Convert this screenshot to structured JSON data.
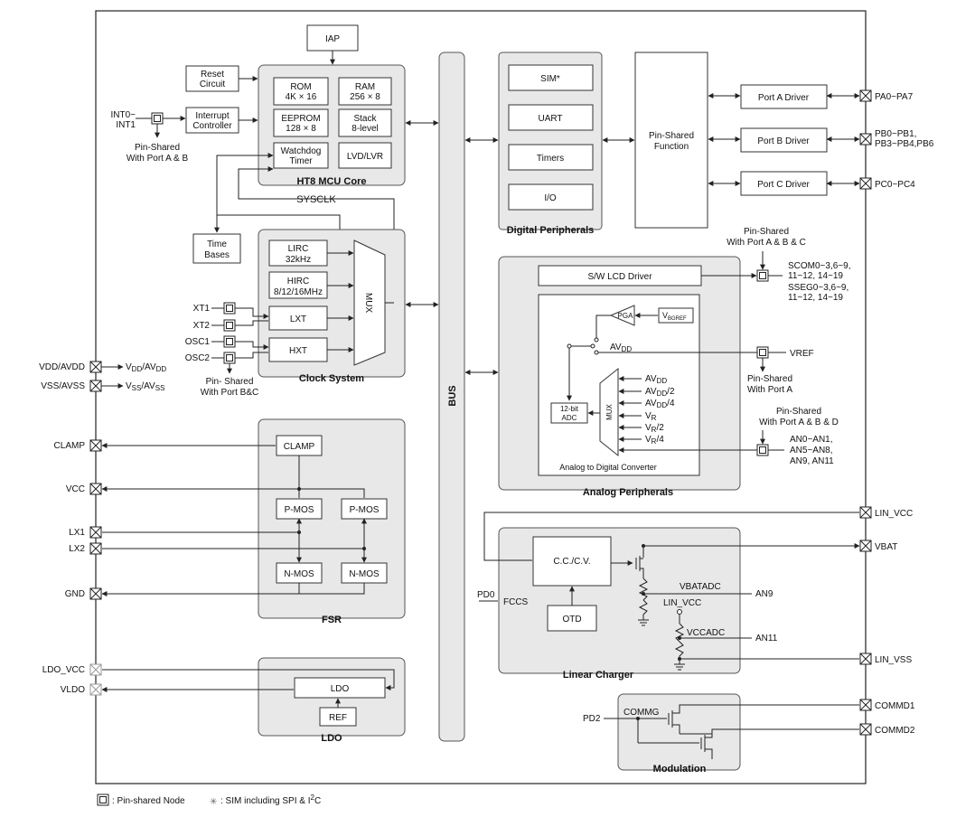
{
  "core": {
    "title": "HT8 MCU Core",
    "iap": "IAP",
    "rom": [
      "ROM",
      "4K × 16"
    ],
    "ram": [
      "RAM",
      "256 × 8"
    ],
    "eeprom": [
      "EEPROM",
      "128 × 8"
    ],
    "stack": [
      "Stack",
      "8-level"
    ],
    "watchdog": [
      "Watchdog",
      "Timer"
    ],
    "lvd": "LVD/LVR",
    "reset": [
      "Reset",
      "Circuit"
    ],
    "interrupt": [
      "Interrupt",
      "Controller"
    ],
    "sysclk": "SYSCLK",
    "timebases": [
      "Time",
      "Bases"
    ]
  },
  "int_pins": {
    "label": [
      "INT0~",
      "INT1"
    ],
    "note": [
      "Pin-Shared",
      "With Port A & B"
    ]
  },
  "clock": {
    "title": "Clock System",
    "lirc": [
      "LIRC",
      "32kHz"
    ],
    "hirc": [
      "HIRC",
      "8/12/16MHz"
    ],
    "lxt": "LXT",
    "hxt": "HXT",
    "mux": "MUX",
    "pins": [
      "XT1",
      "XT2",
      "OSC1",
      "OSC2"
    ],
    "note": [
      "Pin- Shared",
      "With Port B&C"
    ]
  },
  "power_pins": {
    "vdd": "VDD/AVDD",
    "vss": "VSS/AVSS",
    "vdd_out": {
      "main": "V",
      "sub": "DD",
      "mid": "/AV",
      "sub2": "DD"
    },
    "vss_out": {
      "main": "V",
      "sub": "SS",
      "mid": "/AV",
      "sub2": "SS"
    }
  },
  "bus": "BUS",
  "digital": {
    "title": "Digital Peripherals",
    "items": [
      "SIM*",
      "UART",
      "Timers",
      "I/O"
    ],
    "pinshared": [
      "Pin-Shared",
      "Function"
    ]
  },
  "ports": [
    {
      "driver": "Port A Driver",
      "pins": [
        "PA0~PA7"
      ]
    },
    {
      "driver": "Port B Driver",
      "pins": [
        "PB0~PB1,",
        "PB3~PB4,PB6"
      ]
    },
    {
      "driver": "Port C Driver",
      "pins": [
        "PC0~PC4"
      ]
    }
  ],
  "analog": {
    "title": "Analog Peripherals",
    "lcd": "S/W LCD Driver",
    "lcd_note": [
      "Pin-Shared",
      "With Port A & B & C"
    ],
    "lcd_pins": [
      "SCOM0~3,6~9,",
      "11~12, 14~19",
      "SSEG0~3,6~9,",
      "11~12, 14~19"
    ],
    "pga": "PGA",
    "vbgref": {
      "main": "V",
      "sub": "BGREF"
    },
    "avdd": {
      "main": "AV",
      "sub": "DD"
    },
    "vref": "VREF",
    "vref_note": [
      "Pin-Shared",
      "With Port A"
    ],
    "adc": [
      "12-bit",
      "ADC"
    ],
    "mux": "MUX",
    "mux_inputs": [
      {
        "main": "AV",
        "sub": "DD",
        "tail": ""
      },
      {
        "main": "AV",
        "sub": "DD",
        "tail": "/2"
      },
      {
        "main": "AV",
        "sub": "DD",
        "tail": "/4"
      },
      {
        "main": "V",
        "sub": "R",
        "tail": ""
      },
      {
        "main": "V",
        "sub": "R",
        "tail": "/2"
      },
      {
        "main": "V",
        "sub": "R",
        "tail": "/4"
      }
    ],
    "an_note": [
      "Pin-Shared",
      "With Port A & B & D"
    ],
    "an_pins": [
      "AN0~AN1,",
      "AN5~AN8,",
      "AN9, AN11"
    ],
    "adc_title": "Analog to Digital Converter"
  },
  "fsr": {
    "title": "FSR",
    "clamp_box": "CLAMP",
    "pmos": "P-MOS",
    "nmos": "N-MOS",
    "pins": [
      "CLAMP",
      "VCC",
      "LX1",
      "LX2",
      "GND"
    ]
  },
  "ldo": {
    "title": "LDO",
    "ldo_box": "LDO",
    "ref": "REF",
    "pins": [
      "LDO_VCC",
      "VLDO"
    ]
  },
  "charger": {
    "title": "Linear Charger",
    "ccv": "C.C./C.V.",
    "otd": "OTD",
    "pd0": "PD0",
    "fccs": "FCCS",
    "vbatadc": "VBATADC",
    "an9": "AN9",
    "linvcc": "LIN_VCC",
    "vccadc": "VCCADC",
    "an11": "AN11",
    "pins": [
      "LIN_VCC",
      "VBAT",
      "LIN_VSS"
    ]
  },
  "modulation": {
    "title": "Modulation",
    "pd2": "PD2",
    "commg": "COMMG",
    "pins": [
      "COMMD1",
      "COMMD2"
    ]
  },
  "legend": {
    "node": ": Pin-shared Node",
    "sim_star": "✳",
    "sim": ": SIM including SPI & I",
    "sup": "2",
    "tail": "C"
  }
}
